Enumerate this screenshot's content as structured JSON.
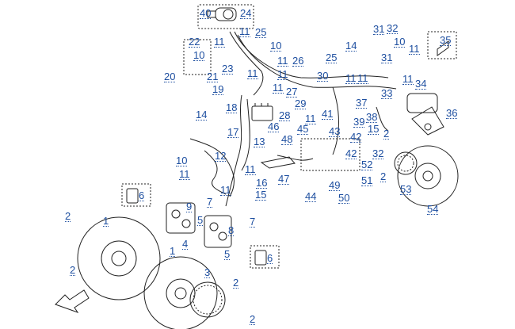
{
  "callouts": [
    {
      "text": "40"
    },
    {
      "text": "24"
    },
    {
      "text": "11"
    },
    {
      "text": "25"
    },
    {
      "text": "10"
    },
    {
      "text": "31"
    },
    {
      "text": "32"
    },
    {
      "text": "22"
    },
    {
      "text": "11"
    },
    {
      "text": "10"
    },
    {
      "text": "14"
    },
    {
      "text": "10"
    },
    {
      "text": "11"
    },
    {
      "text": "35"
    },
    {
      "text": "11"
    },
    {
      "text": "11"
    },
    {
      "text": "26"
    },
    {
      "text": "25"
    },
    {
      "text": "31"
    },
    {
      "text": "23"
    },
    {
      "text": "20"
    },
    {
      "text": "21"
    },
    {
      "text": "11"
    },
    {
      "text": "30"
    },
    {
      "text": "11"
    },
    {
      "text": "11"
    },
    {
      "text": "11"
    },
    {
      "text": "19"
    },
    {
      "text": "11"
    },
    {
      "text": "34"
    },
    {
      "text": "27"
    },
    {
      "text": "33"
    },
    {
      "text": "18"
    },
    {
      "text": "29"
    },
    {
      "text": "37"
    },
    {
      "text": "28"
    },
    {
      "text": "41"
    },
    {
      "text": "36"
    },
    {
      "text": "14"
    },
    {
      "text": "11"
    },
    {
      "text": "39"
    },
    {
      "text": "38"
    },
    {
      "text": "46"
    },
    {
      "text": "45"
    },
    {
      "text": "43"
    },
    {
      "text": "15"
    },
    {
      "text": "17"
    },
    {
      "text": "42"
    },
    {
      "text": "2"
    },
    {
      "text": "13"
    },
    {
      "text": "48"
    },
    {
      "text": "32"
    },
    {
      "text": "10"
    },
    {
      "text": "12"
    },
    {
      "text": "42"
    },
    {
      "text": "52"
    },
    {
      "text": "11"
    },
    {
      "text": "11"
    },
    {
      "text": "16"
    },
    {
      "text": "47"
    },
    {
      "text": "2"
    },
    {
      "text": "11"
    },
    {
      "text": "15"
    },
    {
      "text": "49"
    },
    {
      "text": "51"
    },
    {
      "text": "53"
    },
    {
      "text": "6"
    },
    {
      "text": "44"
    },
    {
      "text": "50"
    },
    {
      "text": "9"
    },
    {
      "text": "7"
    },
    {
      "text": "54"
    },
    {
      "text": "5"
    },
    {
      "text": "2"
    },
    {
      "text": "1"
    },
    {
      "text": "7"
    },
    {
      "text": "8"
    },
    {
      "text": "4"
    },
    {
      "text": "2"
    },
    {
      "text": "5"
    },
    {
      "text": "1"
    },
    {
      "text": "6"
    },
    {
      "text": "3"
    },
    {
      "text": "2"
    },
    {
      "text": "2"
    }
  ]
}
